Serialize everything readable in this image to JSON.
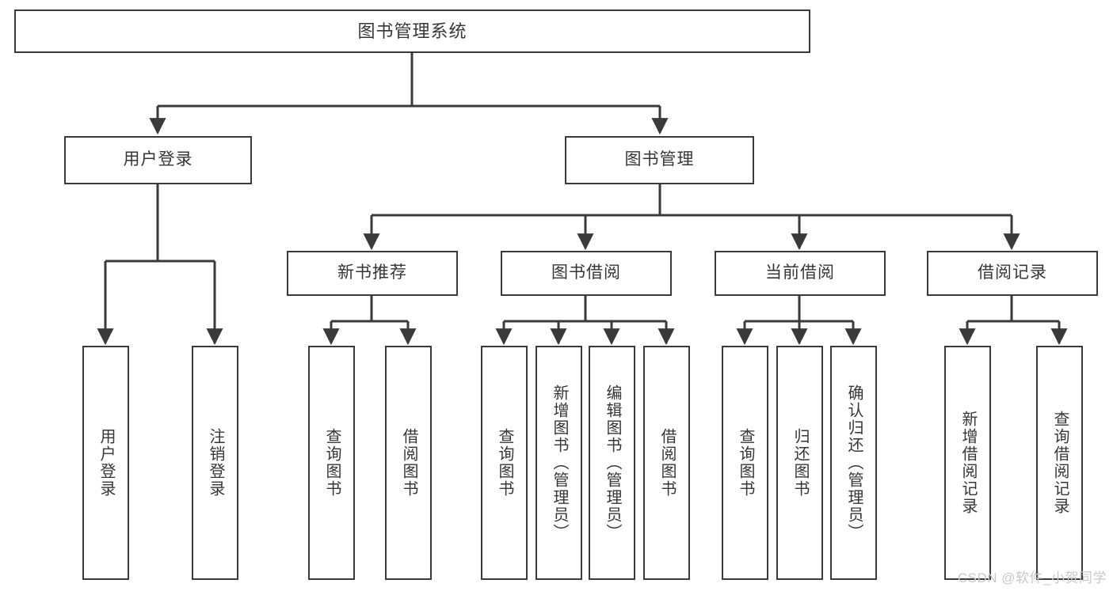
{
  "diagram": {
    "title": "图书管理系统",
    "type": "tree-hierarchy",
    "colors": {
      "background": "#ffffff",
      "box_border": "#3a3a3a",
      "box_fill": "#ffffff",
      "text": "#363636",
      "connector": "#3a3a3a",
      "watermark": "#c8c8c8"
    },
    "watermark": "CSDN @软件_小贺同学",
    "nodes": {
      "root": {
        "label": "图书管理系统"
      },
      "level2": [
        {
          "label": "用户登录"
        },
        {
          "label": "图书管理"
        }
      ],
      "level3": [
        {
          "label": "新书推荐"
        },
        {
          "label": "图书借阅"
        },
        {
          "label": "当前借阅"
        },
        {
          "label": "借阅记录"
        }
      ],
      "leaves": {
        "user_login": [
          {
            "label": "用户登录"
          },
          {
            "label": "注销登录"
          }
        ],
        "new_book_recommend": [
          {
            "label": "查询图书"
          },
          {
            "label": "借阅图书"
          }
        ],
        "book_borrow": [
          {
            "label": "查询图书"
          },
          {
            "label": "新增图书（管理员）"
          },
          {
            "label": "编辑图书（管理员）"
          },
          {
            "label": "借阅图书"
          }
        ],
        "current_borrow": [
          {
            "label": "查询图书"
          },
          {
            "label": "归还图书"
          },
          {
            "label": "确认归还（管理员）"
          }
        ],
        "borrow_record": [
          {
            "label": "新增借阅记录"
          },
          {
            "label": "查询借阅记录"
          }
        ]
      }
    }
  }
}
